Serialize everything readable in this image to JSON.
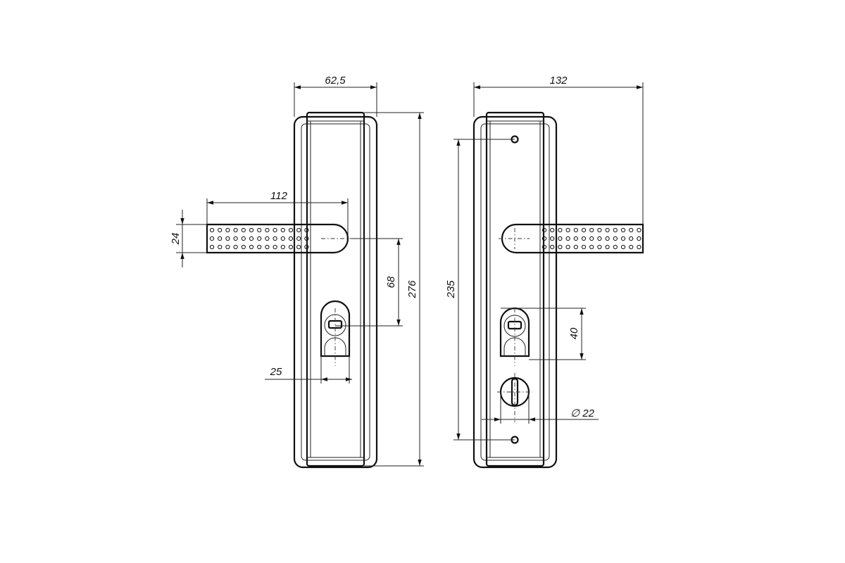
{
  "left_view": {
    "dim_width": "62,5",
    "dim_lever_length": "112",
    "dim_lever_height": "24",
    "dim_handle_to_cylinder": "68",
    "dim_height": "276",
    "dim_backset": "25"
  },
  "right_view": {
    "dim_width": "132",
    "dim_screw_spacing": "235",
    "dim_cylinder": "40",
    "dim_thumbturn_diameter": "∅ 22"
  },
  "colors": {
    "line": "#111111",
    "background": "#ffffff"
  }
}
